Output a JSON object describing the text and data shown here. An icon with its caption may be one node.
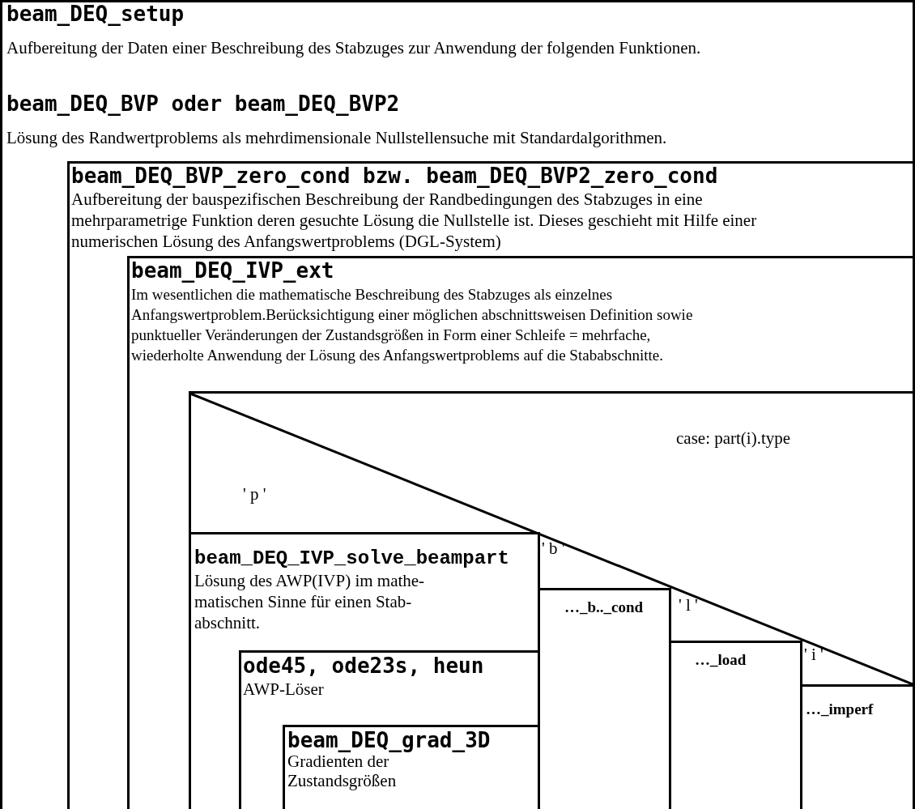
{
  "diagram": {
    "nodes": [
      {
        "text": [
          "beam_DEQ_setup",
          "Aufbereitung der Daten einer Beschreibung des Stabzuges zur Anwendung der folgenden Funktionen.",
          "beam_DEQ_BVP oder beam_DEQ_BVP2",
          "Lösung des Randwertproblems als mehrdimensionale Nullstellensuche mit Standardalgorithmen."
        ]
      },
      {
        "text": [
          "beam_DEQ_BVP_zero_cond bzw. beam_DEQ_BVP2_zero_cond",
          "Aufbereitung der bauspezifischen Beschreibung der Randbedingungen des Stabzuges in eine mehrparametrige Funktion deren gesuchte Lösung die Nullstelle ist. Dieses geschieht mit Hilfe einer numerischen Lösung des Anfangswertproblems (DGL-System)"
        ],
        "in": 0
      },
      {
        "text": [
          "beam_DEQ_IVP_ext",
          "Im wesentlichen die mathematische Beschreibung des Stabzuges als einzelnes Anfangswertproblem.Berücksichtigung einer möglichen abschnittsweisen Definition sowie punktueller Veränderungen der Zustandsgrößen in Form einer Schleife = mehrfache, wiederholte Anwendung der Lösung des Anfangswertproblems auf die Stababschnitte."
        ],
        "in": 1
      },
      {
        "text": [
          "case: part(i).type"
        ],
        "in": 2
      },
      {
        "text": [
          "beam_DEQ_IVP_solve_beampart",
          "Lösung des AWP(IVP) im mathe- matischen Sinne für einen Stab- abschnitt."
        ],
        "in": 3
      },
      {
        "text": [
          "ode45, ode23s, heun",
          "AWP-Löser"
        ],
        "in": 4
      },
      {
        "text": [
          "beam_DEQ_grad_3D",
          "Gradienten der Zustandsgrößen"
        ],
        "in": 5
      },
      {
        "text": [
          "…_b.._cond"
        ],
        "in": 3
      },
      {
        "text": [
          "…_load"
        ],
        "in": 3
      },
      {
        "text": [
          "…_imperf"
        ],
        "in": 3
      }
    ],
    "labels": [
      "' p '",
      "' b '",
      "' l '",
      "' i '"
    ]
  }
}
